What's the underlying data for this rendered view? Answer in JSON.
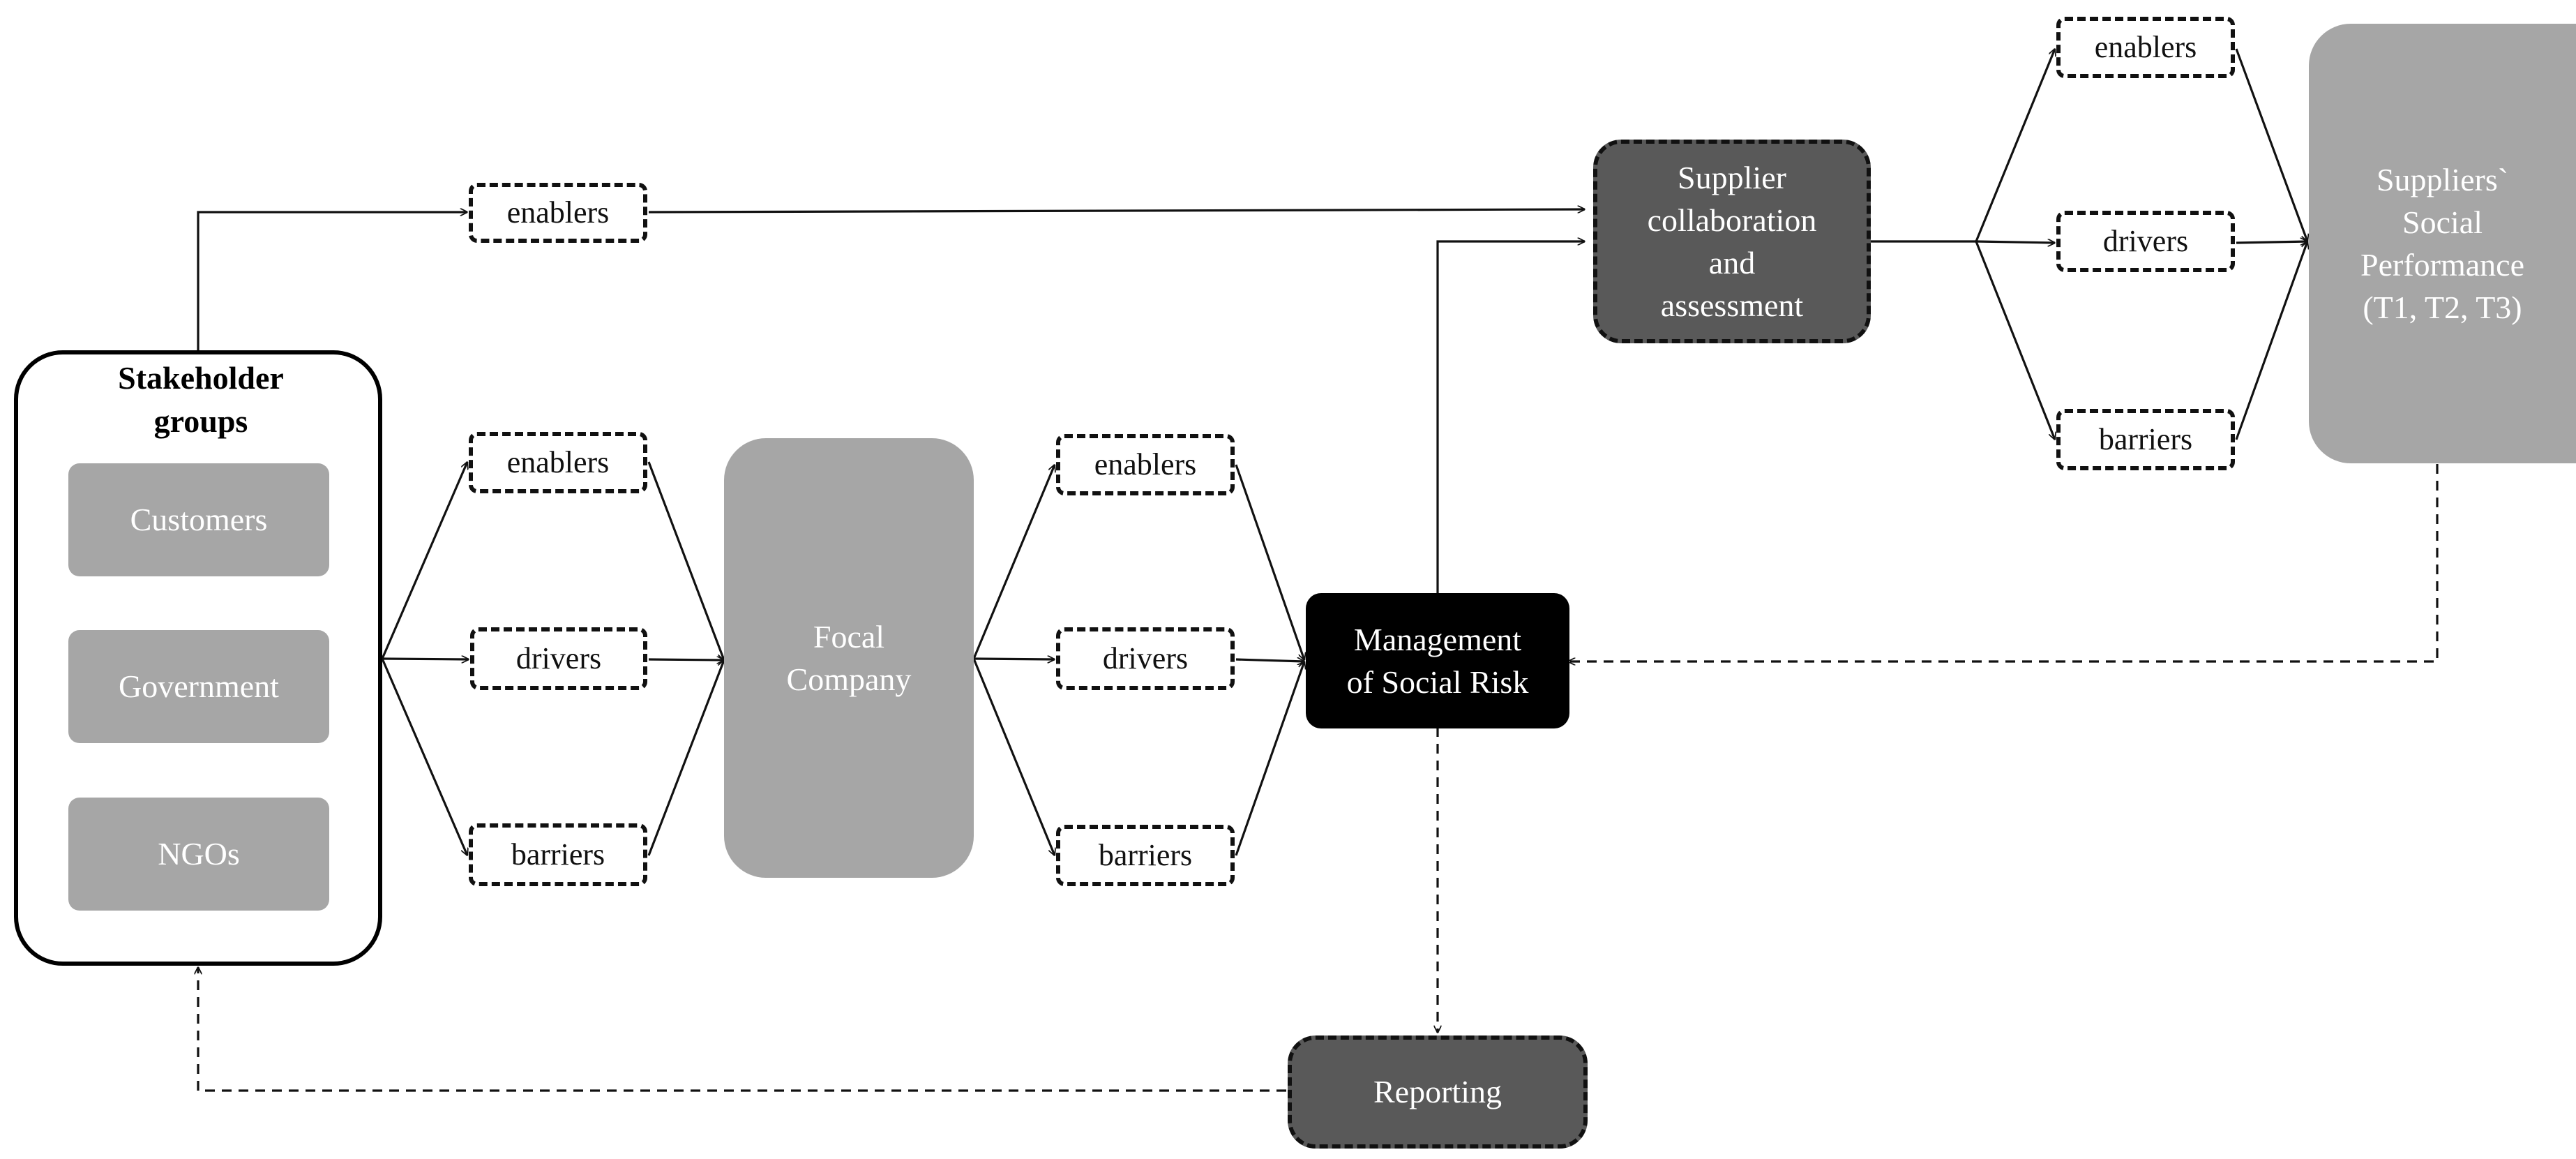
{
  "stakeholders": {
    "title": "Stakeholder\ngroups",
    "members": [
      "Customers",
      "Government",
      "NGOs"
    ]
  },
  "top_enablers": "enablers",
  "factors_stakeholders": [
    "enablers",
    "drivers",
    "barriers"
  ],
  "focal_company": "Focal\nCompany",
  "factors_focal": [
    "enablers",
    "drivers",
    "barriers"
  ],
  "management": "Management\nof Social Risk",
  "supplier_collab": "Supplier\ncollaboration\nand\nassessment",
  "factors_supplier": [
    "enablers",
    "drivers",
    "barriers"
  ],
  "suppliers_performance": "Suppliers`\nSocial\nPerformance\n(T1, T2, T3)",
  "reporting": "Reporting",
  "colors": {
    "gray_box": "#a6a6a6",
    "dark_box": "#595959",
    "black_box": "#000000",
    "line": "#111111"
  }
}
